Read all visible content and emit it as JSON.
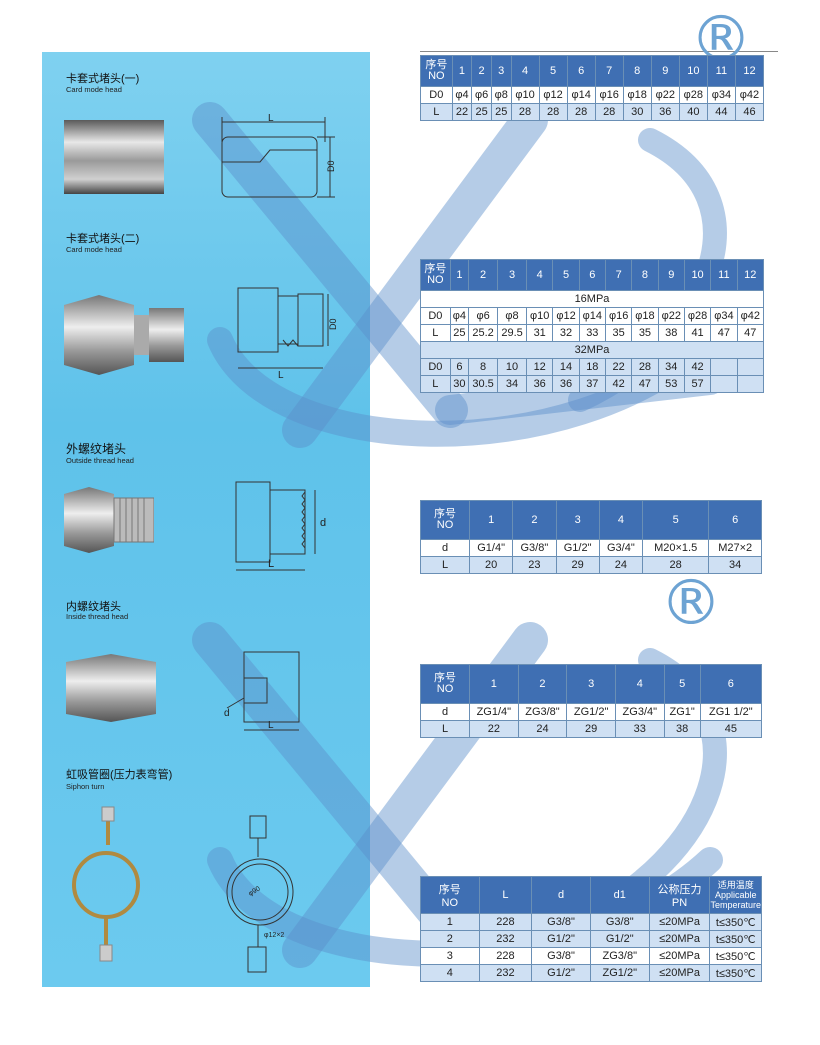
{
  "brand_mark": "®",
  "sections": [
    {
      "title_cn": "卡套式堵头(一)",
      "title_en": "Card mode head"
    },
    {
      "title_cn": "卡套式堵头(二)",
      "title_en": "Card mode head"
    },
    {
      "title_cn": "外螺纹堵头",
      "title_en": "Outside thread head"
    },
    {
      "title_cn": "内螺纹堵头",
      "title_en": "Inside thread head"
    },
    {
      "title_cn": "虹吸管圈(压力表弯管)",
      "title_en": "Siphon turn"
    }
  ],
  "drawing_labels": {
    "t1_L": "L",
    "t1_D": "D0",
    "t2_L": "L",
    "t2_D": "D0",
    "t3_L": "L",
    "t3_d": "d",
    "t4_L": "L",
    "t4_d": "d",
    "t5_dim1": "φ90",
    "t5_dim2": "φ12×2"
  },
  "table1": {
    "no_label": [
      "序号",
      "NO"
    ],
    "nos": [
      "1",
      "2",
      "3",
      "4",
      "5",
      "6",
      "7",
      "8",
      "9",
      "10",
      "11",
      "12"
    ],
    "rows": [
      {
        "label": "D0",
        "cells": [
          "φ4",
          "φ6",
          "φ8",
          "φ10",
          "φ12",
          "φ14",
          "φ16",
          "φ18",
          "φ22",
          "φ28",
          "φ34",
          "φ42"
        ]
      },
      {
        "label": "L",
        "cells": [
          "22",
          "25",
          "25",
          "28",
          "28",
          "28",
          "28",
          "30",
          "36",
          "40",
          "44",
          "46"
        ]
      }
    ]
  },
  "table2": {
    "no_label": [
      "序号",
      "NO"
    ],
    "nos": [
      "1",
      "2",
      "3",
      "4",
      "5",
      "6",
      "7",
      "8",
      "9",
      "10",
      "11",
      "12"
    ],
    "band1": "16MPa",
    "rows16": [
      {
        "label": "D0",
        "cells": [
          "φ4",
          "φ6",
          "φ8",
          "φ10",
          "φ12",
          "φ14",
          "φ16",
          "φ18",
          "φ22",
          "φ28",
          "φ34",
          "φ42"
        ]
      },
      {
        "label": "L",
        "cells": [
          "25",
          "25.2",
          "29.5",
          "31",
          "32",
          "33",
          "35",
          "35",
          "38",
          "41",
          "47",
          "47"
        ]
      }
    ],
    "band2": "32MPa",
    "rows32": [
      {
        "label": "D0",
        "cells": [
          "6",
          "8",
          "10",
          "12",
          "14",
          "18",
          "22",
          "28",
          "34",
          "42",
          "",
          ""
        ]
      },
      {
        "label": "L",
        "cells": [
          "30",
          "30.5",
          "34",
          "36",
          "36",
          "37",
          "42",
          "47",
          "53",
          "57",
          "",
          ""
        ]
      }
    ]
  },
  "table3": {
    "no_label": [
      "序号",
      "NO"
    ],
    "nos": [
      "1",
      "2",
      "3",
      "4",
      "5",
      "6"
    ],
    "rows": [
      {
        "label": "d",
        "cells": [
          "G1/4\"",
          "G3/8\"",
          "G1/2\"",
          "G3/4\"",
          "M20×1.5",
          "M27×2"
        ]
      },
      {
        "label": "L",
        "cells": [
          "20",
          "23",
          "29",
          "24",
          "28",
          "34"
        ]
      }
    ]
  },
  "table4": {
    "no_label": [
      "序号",
      "NO"
    ],
    "nos": [
      "1",
      "2",
      "3",
      "4",
      "5",
      "6"
    ],
    "rows": [
      {
        "label": "d",
        "cells": [
          "ZG1/4\"",
          "ZG3/8\"",
          "ZG1/2\"",
          "ZG3/4\"",
          "ZG1\"",
          "ZG1 1/2\""
        ]
      },
      {
        "label": "L",
        "cells": [
          "22",
          "24",
          "29",
          "33",
          "38",
          "45"
        ]
      }
    ]
  },
  "table5": {
    "headers": [
      {
        "lines": [
          "序号",
          "NO"
        ]
      },
      {
        "lines": [
          "L"
        ]
      },
      {
        "lines": [
          "d"
        ]
      },
      {
        "lines": [
          "d1"
        ]
      },
      {
        "lines": [
          "公称压力",
          "PN"
        ]
      },
      {
        "lines": [
          "适用温度",
          "Applicable",
          "Temperature"
        ]
      }
    ],
    "rows": [
      [
        "1",
        "228",
        "G3/8\"",
        "G3/8\"",
        "≤20MPa",
        "t≤350℃"
      ],
      [
        "2",
        "232",
        "G1/2\"",
        "G1/2\"",
        "≤20MPa",
        "t≤350℃"
      ],
      [
        "3",
        "228",
        "G3/8\"",
        "ZG3/8\"",
        "≤20MPa",
        "t≤350℃"
      ],
      [
        "4",
        "232",
        "G1/2\"",
        "ZG1/2\"",
        "≤20MPa",
        "t≤350℃"
      ]
    ]
  }
}
